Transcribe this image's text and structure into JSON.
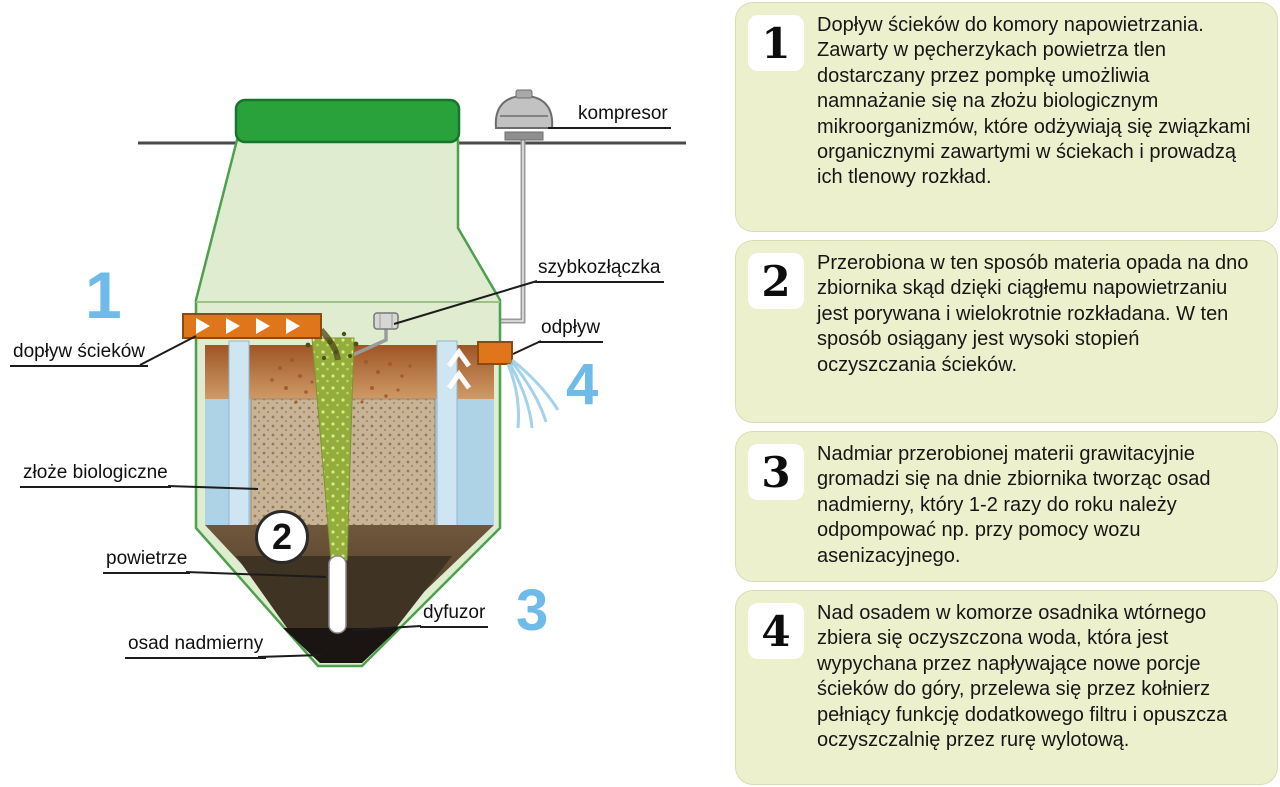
{
  "diagram": {
    "labels": {
      "kompresor": "kompresor",
      "szybkozlaczka": "szybkozłączka",
      "odplyw": "odpływ",
      "doplyw_sciekow": "dopływ ścieków",
      "zloze_biologiczne": "złoże biologiczne",
      "powietrze": "powietrze",
      "dyfuzor": "dyfuzor",
      "osad_nadmierny": "osad nadmierny"
    },
    "markers": {
      "m1": "1",
      "m2": "2",
      "m3": "3",
      "m4": "4"
    },
    "colors": {
      "tank_cap_green": "#2aa23c",
      "tank_body_green": "#dfeccf",
      "water_blue": "#aed2e6",
      "inner_wall_blue": "#cfe6f2",
      "sediment_brown": "#b06a38",
      "bed_tan": "#c9b395",
      "pipe_orange": "#e0761c",
      "sludge_black": "#1a1512",
      "aeration_green": "#93ad3c",
      "marker_blue": "#6ebbe9",
      "note_bg": "#edf0cd"
    }
  },
  "notes": [
    {
      "number": "1",
      "text": "Dopływ ścieków do komory napowietrzania. Zawarty w pęcherzykach powietrza tlen dostarczany przez pompkę umożliwia namnażanie się na złożu biologicznym mikroorganizmów, które odżywiają się związkami organicznymi zawartymi w ściekach i prowadzą ich tlenowy rozkład."
    },
    {
      "number": "2",
      "text": "Przerobiona w ten sposób materia opada na dno zbiornika skąd dzięki ciągłemu napowietrzaniu jest porywana i wielokrotnie rozkładana. W ten sposób osiągany jest wysoki stopień oczyszczania ścieków."
    },
    {
      "number": "3",
      "text": "Nadmiar przerobionej materii grawitacyjnie gromadzi się na dnie zbiornika tworząc osad nadmierny, który 1-2 razy do roku należy odpompować np. przy pomocy wozu asenizacyjnego."
    },
    {
      "number": "4",
      "text": "Nad osadem w komorze osadnika wtórnego zbiera się oczyszczona woda, która jest wypychana przez napływające nowe porcje ścieków do góry, przelewa się przez kołnierz pełniący funkcję dodatkowego filtru i opuszcza oczyszczalnię przez rurę wylotową."
    }
  ]
}
